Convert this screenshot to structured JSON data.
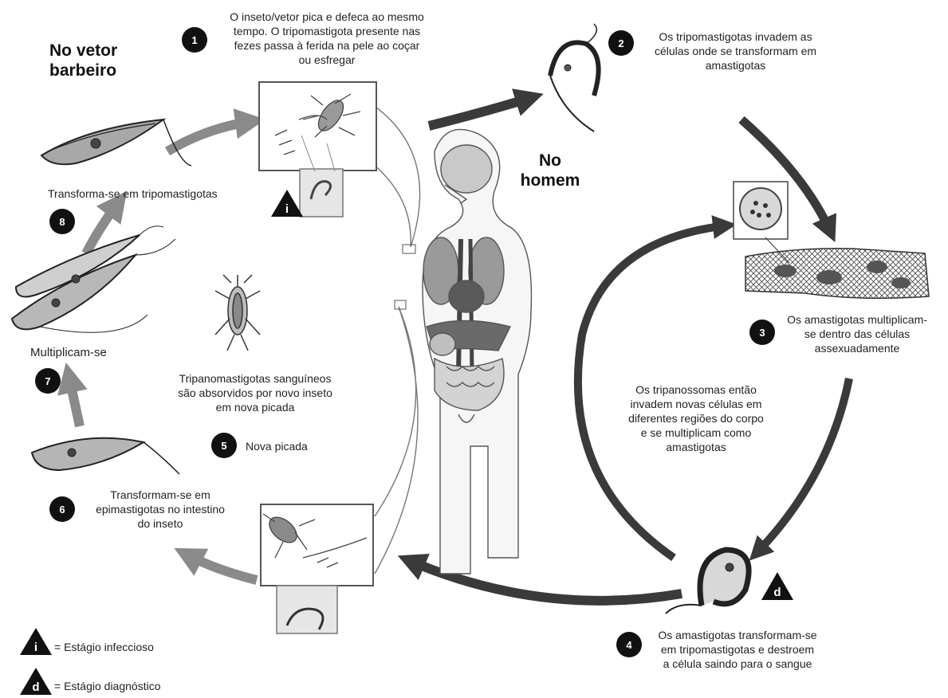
{
  "titles": {
    "vector": [
      "No vetor",
      "barbeiro"
    ],
    "human": [
      "No",
      "homem"
    ]
  },
  "steps": [
    {
      "num": "1",
      "lines": [
        "O inseto/vetor pica e defeca ao mesmo",
        "tempo. O tripomastigota presente nas",
        "fezes passa à ferida na pele ao  coçar",
        "ou esfregar"
      ]
    },
    {
      "num": "2",
      "lines": [
        "Os tripomastigotas invadem as",
        "células onde se transformam em",
        "amastigotas"
      ]
    },
    {
      "num": "3",
      "lines": [
        "Os amastigotas multiplicam-",
        "se dentro das células",
        "assexuadamente"
      ]
    },
    {
      "num": "4",
      "lines": [
        "Os amastigotas transformam-se",
        "em tripomastigotas e destroem",
        "a célula saindo para o sangue"
      ]
    },
    {
      "num": "5",
      "lines": [
        "Nova picada"
      ]
    },
    {
      "num": "6",
      "lines": [
        "Transformam-se em",
        "epimastigotas no intestino",
        "do inseto"
      ]
    },
    {
      "num": "7",
      "lines": [
        "Multiplicam-se"
      ]
    },
    {
      "num": "8",
      "lines": [
        "Transforma-se em tripomastigotas"
      ]
    }
  ],
  "notes": {
    "blood_trypo": [
      "Tripanomastigotas sanguíneos",
      "são absorvidos por novo inseto",
      "em nova picada"
    ],
    "spread": [
      "Os tripanossomas então",
      "invadem novas células em",
      "diferentes regiões do corpo",
      "e se multiplicam como",
      "amastigotas"
    ]
  },
  "markers": {
    "infective": "i",
    "diagnostic": "d"
  },
  "legend": [
    {
      "symbol": "i",
      "text": "= Estágio infeccioso"
    },
    {
      "symbol": "d",
      "text": "= Estágio diagnóstico"
    }
  ]
}
